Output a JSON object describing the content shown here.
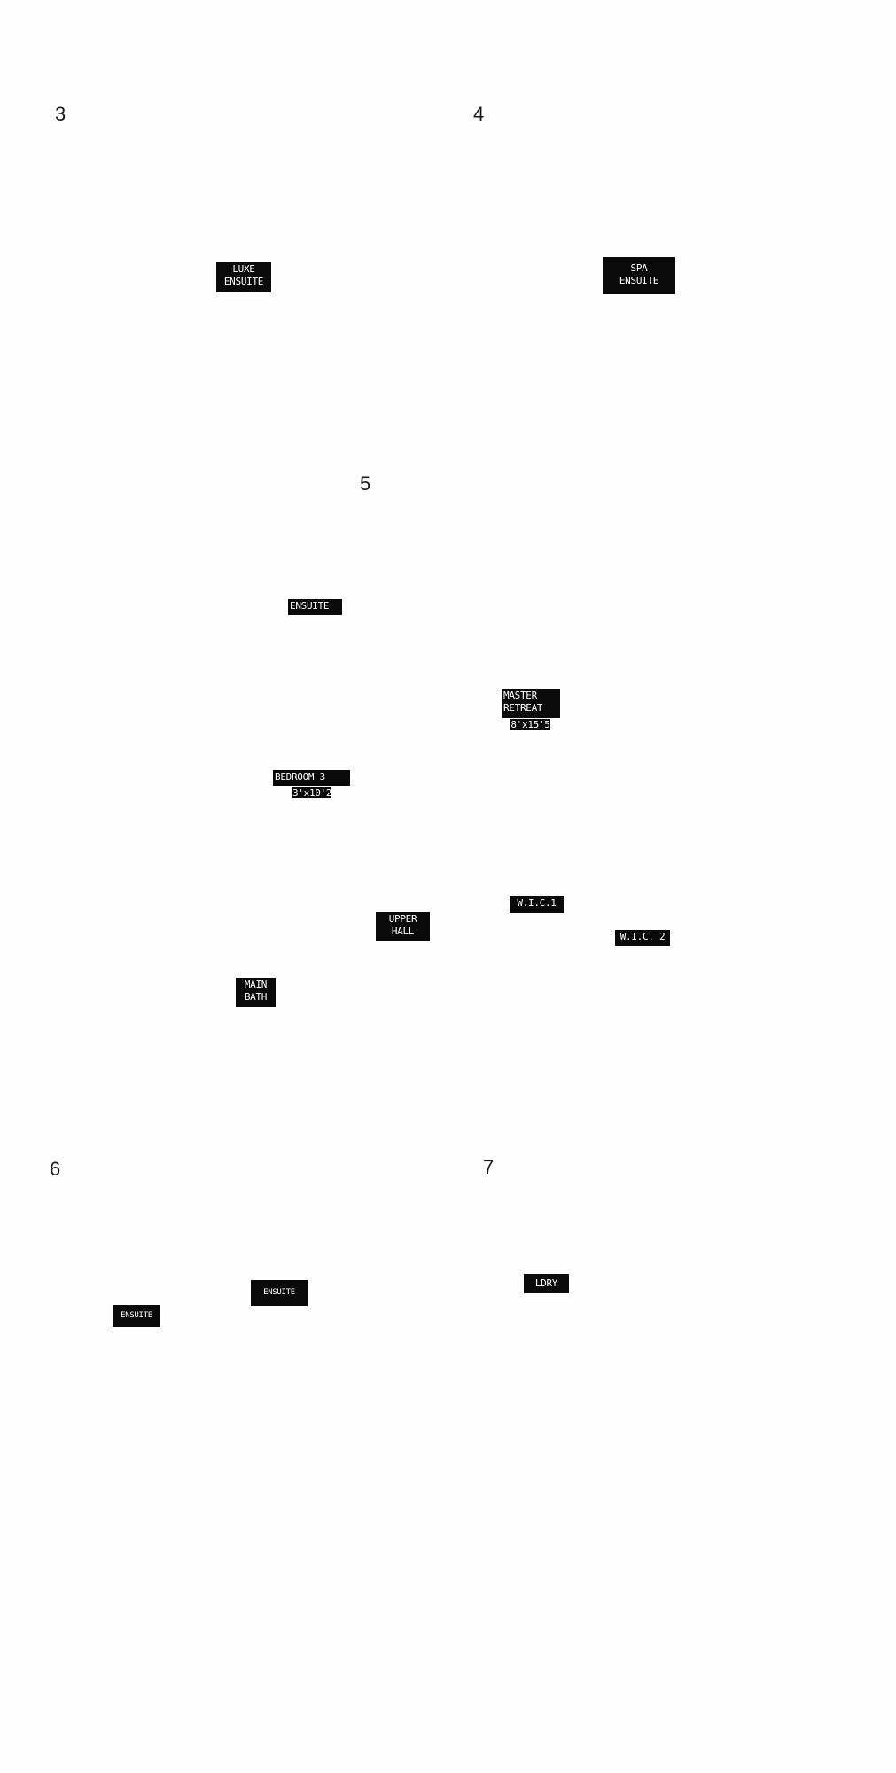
{
  "colors": {
    "background": "#fefefe",
    "tag_background": "#0a0a0a",
    "tag_text": "#ffffff",
    "number_text": "#1a1a1a"
  },
  "plans": [
    {
      "number": "3",
      "labels": [
        {
          "lines": [
            "LUXE",
            "ENSUITE"
          ]
        }
      ]
    },
    {
      "number": "4",
      "labels": [
        {
          "lines": [
            "SPA",
            "ENSUITE"
          ]
        }
      ]
    },
    {
      "number": "5",
      "labels": [
        {
          "lines": [
            "ENSUITE"
          ]
        },
        {
          "lines": [
            "MASTER",
            "RETREAT"
          ],
          "dim": "8'x15'5"
        },
        {
          "lines": [
            "BEDROOM 3"
          ],
          "dim": "3'x10'2"
        },
        {
          "lines": [
            "W.I.C.1"
          ]
        },
        {
          "lines": [
            "UPPER",
            "HALL"
          ]
        },
        {
          "lines": [
            "W.I.C. 2"
          ]
        },
        {
          "lines": [
            "MAIN",
            "BATH"
          ]
        }
      ]
    },
    {
      "number": "6",
      "labels": [
        {
          "lines": [
            "ENSUITE"
          ]
        },
        {
          "lines": [
            "ENSUITE"
          ]
        }
      ]
    },
    {
      "number": "7",
      "labels": [
        {
          "lines": [
            "LDRY"
          ]
        }
      ]
    }
  ]
}
